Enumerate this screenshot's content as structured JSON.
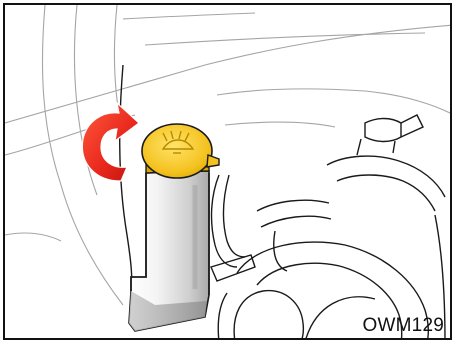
{
  "figure": {
    "code": "OWM129"
  },
  "colors": {
    "cap_yellow": "#f4c21f",
    "cap_yellow_dark": "#d9a300",
    "arrow_red": "#e8261c",
    "line": "#1a1a1a",
    "sketch_line": "#9a9a9a",
    "neck_gray": "#bdbdbd"
  },
  "icons": {
    "cap_symbol": "washer-fluid-symbol",
    "rotation_arrow": "counterclockwise-arrow"
  }
}
